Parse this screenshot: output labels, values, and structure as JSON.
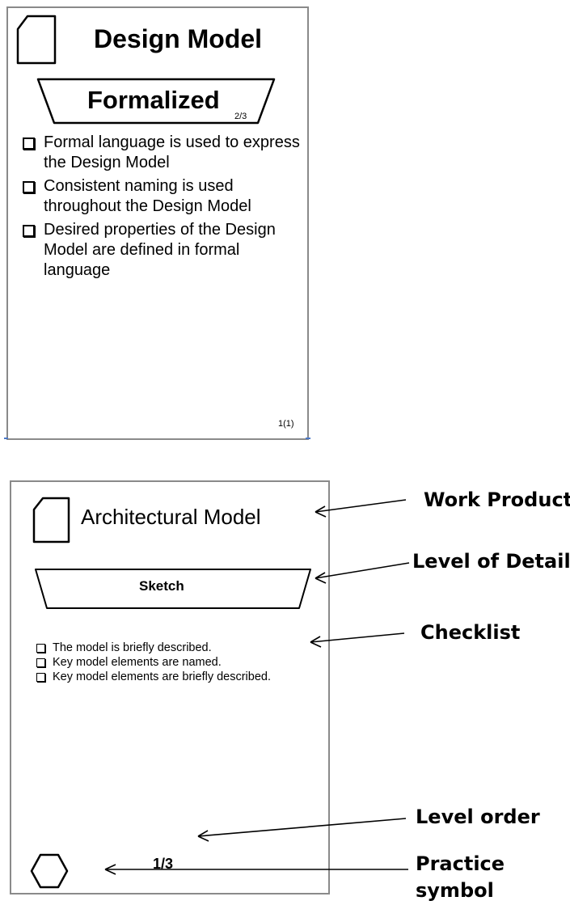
{
  "top_card": {
    "title": "Design Model",
    "level_name": "Formalized",
    "level_order": "2/3",
    "checklist": [
      "Formal language is used to express the Design Model",
      "Consistent naming is used throughout the Design Model",
      "Desired properties of the Design Model are defined in formal language"
    ],
    "page_number": "1(1)"
  },
  "bottom_card": {
    "title": "Architectural Model",
    "level_name": "Sketch",
    "checklist": [
      "The model is briefly described.",
      "Key model elements are named.",
      "Key model elements are briefly described."
    ],
    "level_order": "1/3"
  },
  "annotations": {
    "work_product": "Work Product",
    "level_of_detail": "Level of Detail",
    "checklist": "Checklist",
    "level_order": "Level order",
    "practice_symbol": "Practice symbol"
  },
  "icons": {
    "work_product": "document-icon",
    "level": "trapezoid-level-banner",
    "practice": "hexagon-icon",
    "checkbox": "checkbox-icon"
  },
  "colors": {
    "card_border": "#8a8a8a",
    "separator_tick": "#4a78c8"
  }
}
